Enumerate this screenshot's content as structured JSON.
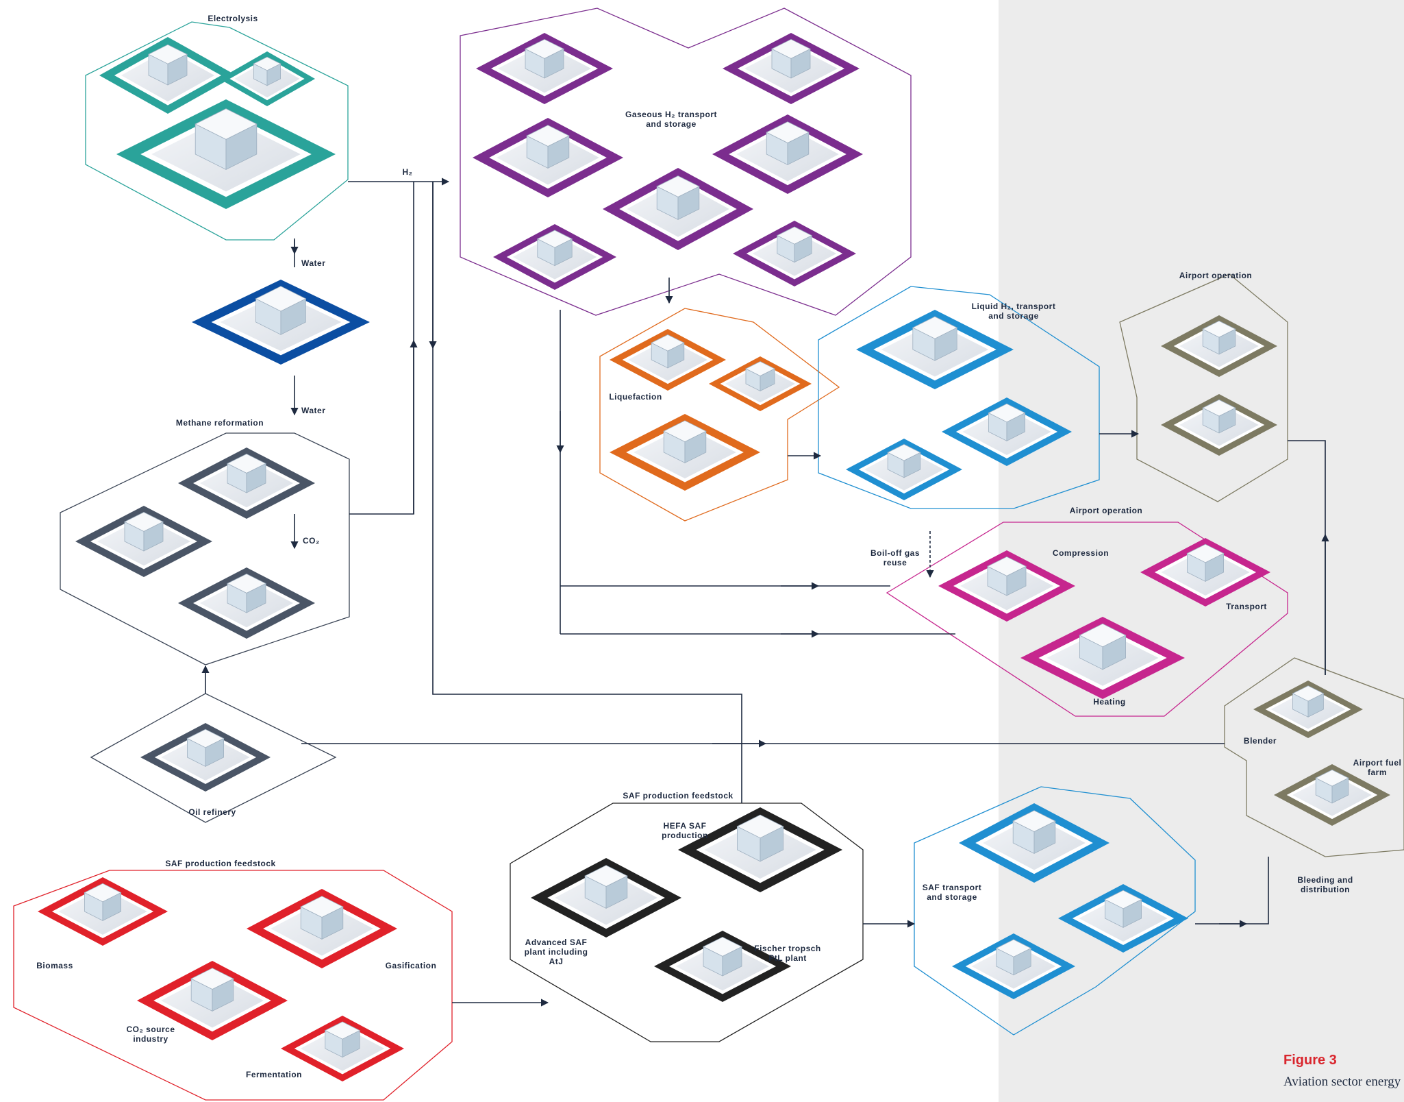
{
  "labels": {
    "electrolysis": "Electrolysis",
    "h2": "H₂",
    "gaseous_h2": "Gaseous H₂ transport\nand storage",
    "water_1": "Water",
    "water_2": "Water",
    "methane_reformation": "Methane reformation",
    "co2": "CO₂",
    "oil_refinery": "Oil refinery",
    "liquefaction": "Liquefaction",
    "liquid_h2": "Liquid H₂, transport\nand storage",
    "airport_operation_top": "Airport operation",
    "airport_operation_mid": "Airport operation",
    "boil_off": "Boil-off gas\nreuse",
    "compression": "Compression",
    "transport": "Transport",
    "heating": "Heating",
    "blender": "Blender",
    "airport_fuel_farm": "Airport fuel\nfarm",
    "bleeding_distribution": "Bleeding and\ndistribution",
    "saf_feedstock_center": "SAF production feedstock",
    "hefa": "HEFA SAF\nproduction",
    "advanced_saf": "Advanced SAF\nplant including\nAtJ",
    "fischer": "Fischer tropsch\nPtL plant",
    "saf_transport": "SAF transport\nand storage",
    "saf_feedstock_left": "SAF production feedstock",
    "biomass": "Biomass",
    "gasification": "Gasification",
    "co2_source": "CO₂ source\nindustry",
    "fermentation": "Fermentation"
  },
  "figure": {
    "number": "Figure 3",
    "caption": "Aviation sector energy system"
  },
  "colors": {
    "electrolysis": "#2aa39a",
    "gaseous_h2": "#7b2d8e",
    "water": "#0b4ea2",
    "methane": "#4a5566",
    "liquefaction": "#e06a1d",
    "liquid_h2": "#1f8fd1",
    "airport": "#7d7a62",
    "pink": "#c6268e",
    "saf_red": "#e0212a",
    "saf_black": "#222222",
    "arrow": "#1e2a40"
  },
  "icons": [
    "solar-panel-icon",
    "wind-turbine-icon",
    "power-pylon-icon",
    "electrolysis-plant-icon",
    "pipeline-icon",
    "train-icon",
    "storage-tank-icon",
    "truck-icon",
    "dam-icon",
    "factory-icon",
    "ship-icon",
    "refinery-icon",
    "liquefaction-plant-icon",
    "airplane-icon",
    "compressor-icon",
    "fuel-dispenser-icon",
    "hangar-icon",
    "blender-icon",
    "fuel-tank-icon",
    "saf-plant-icon",
    "biomass-icon",
    "gasification-icon",
    "co2-source-icon",
    "fermentation-icon"
  ]
}
